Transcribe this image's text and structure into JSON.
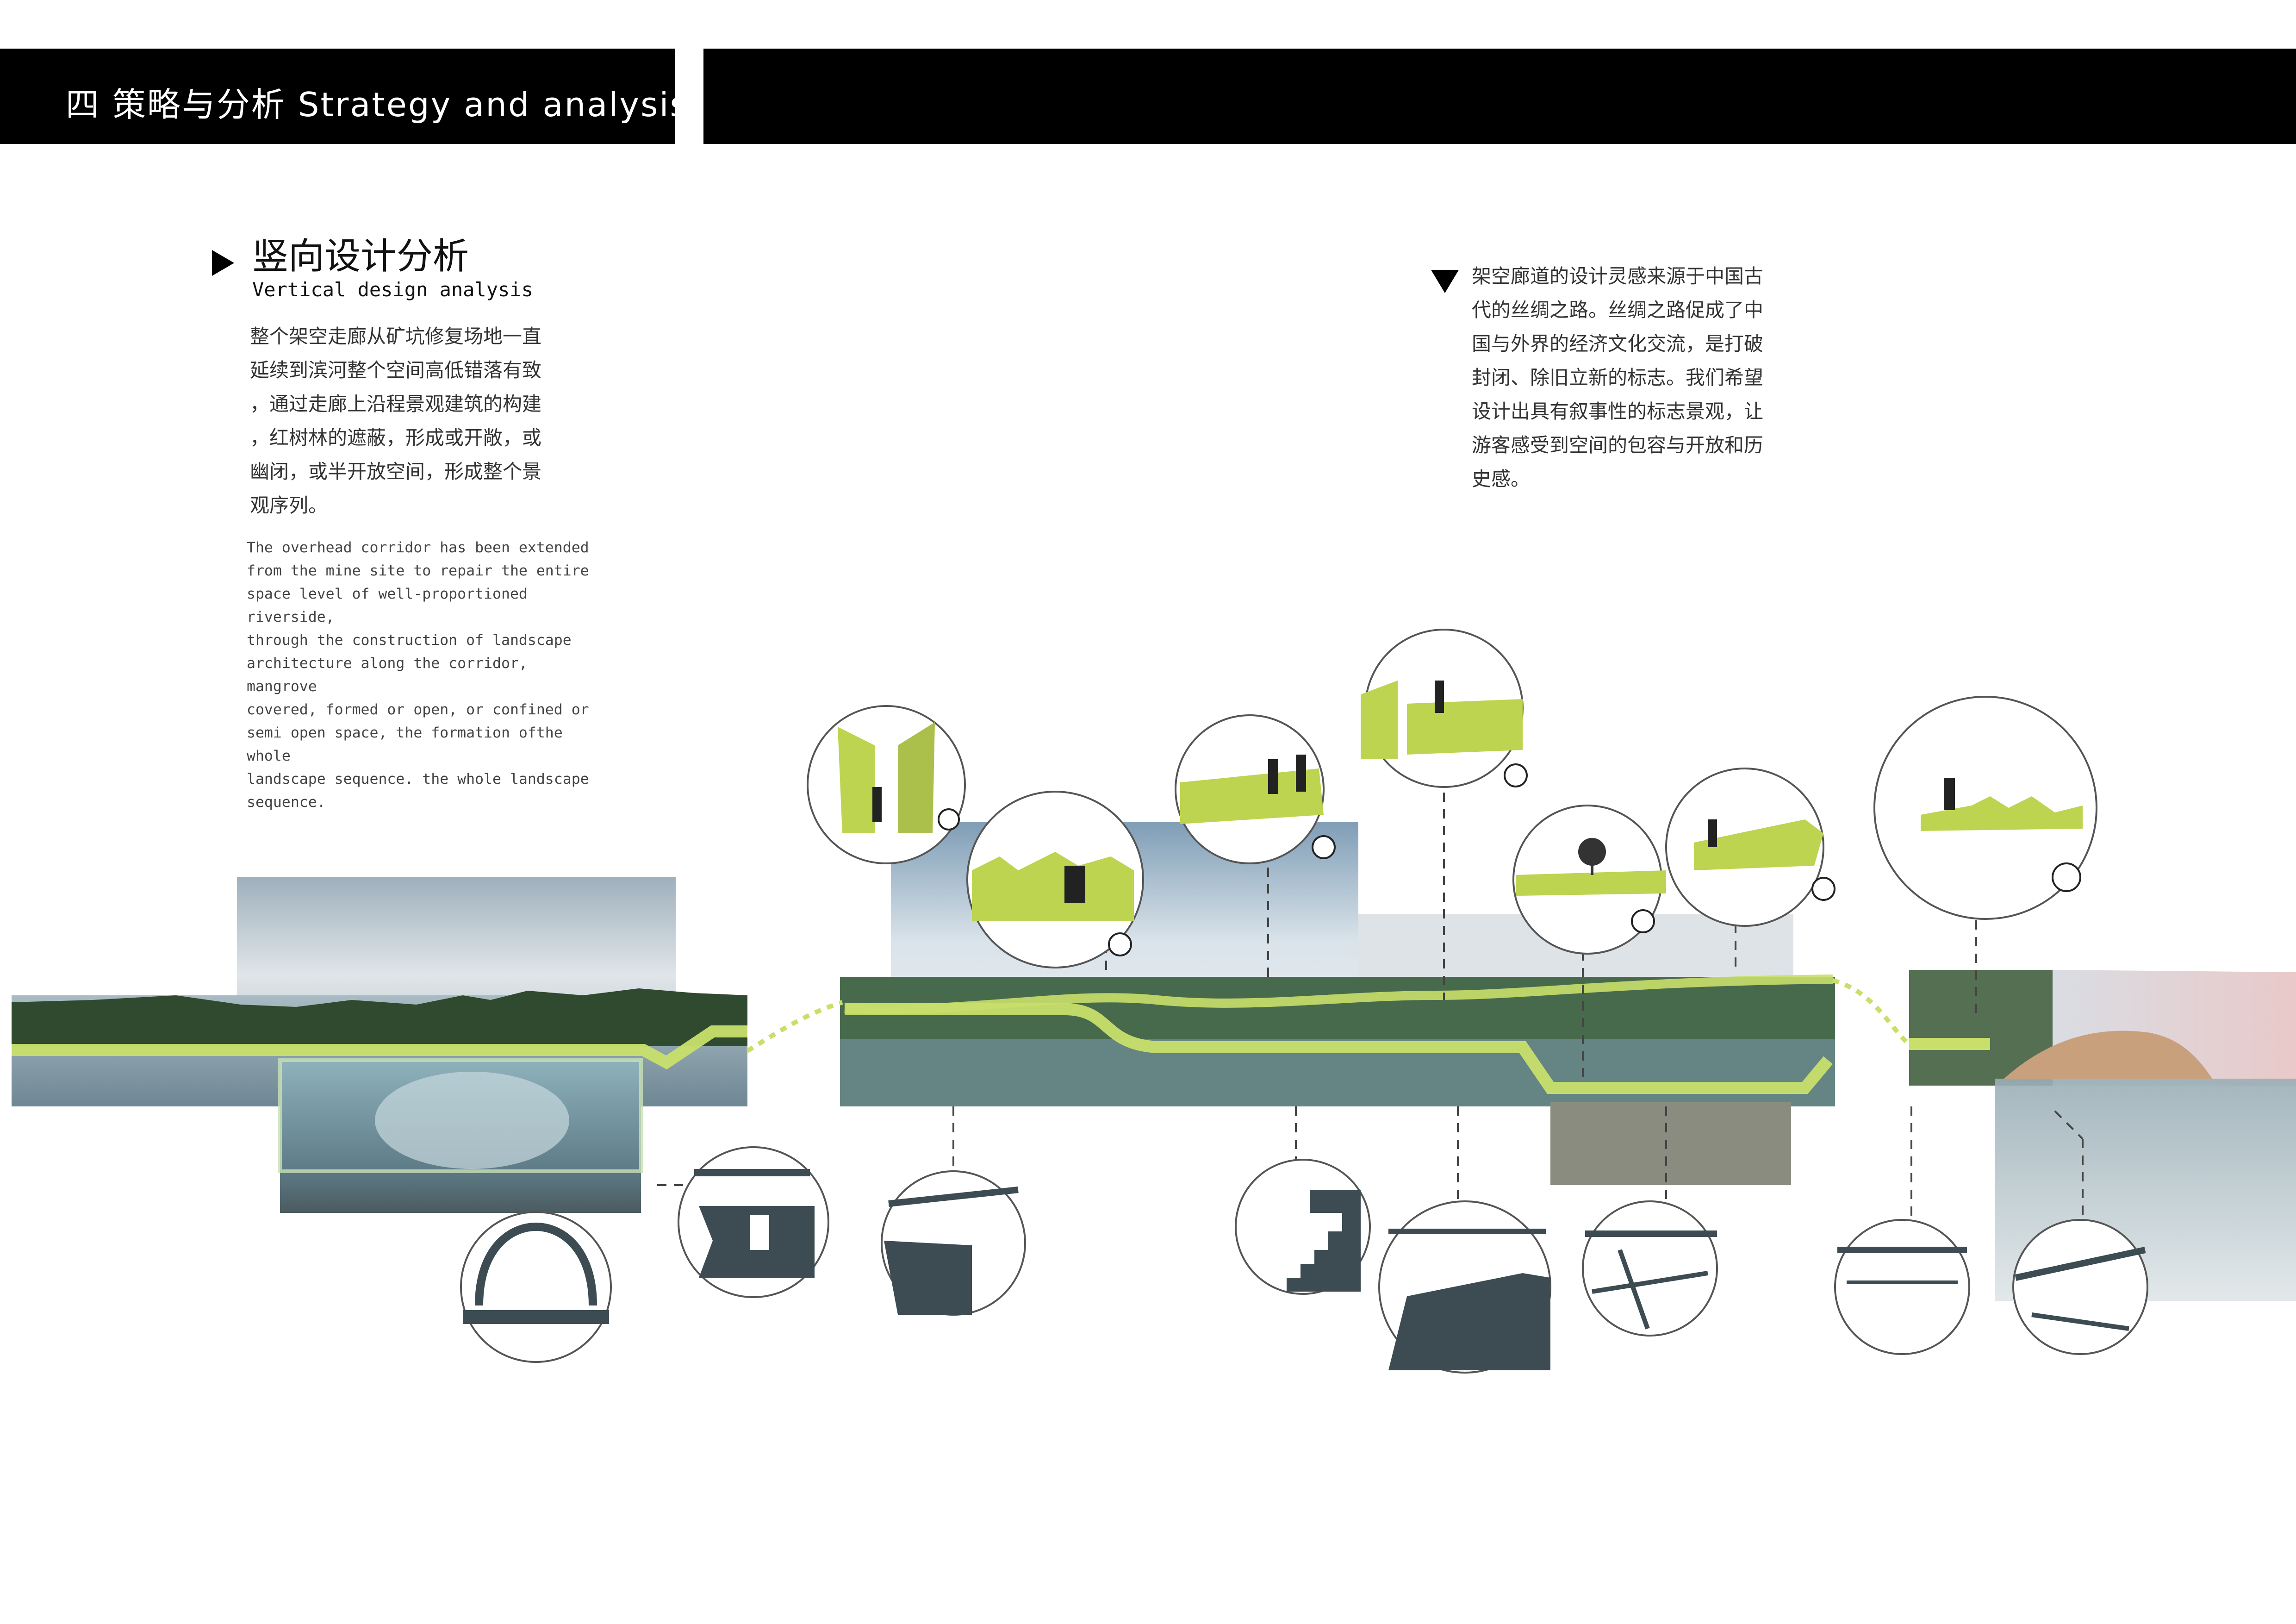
{
  "header": {
    "title": "四 策略与分析 Strategy and analysis"
  },
  "section": {
    "title_cn": "竖向设计分析",
    "title_en": "Vertical design analysis"
  },
  "left_text": {
    "cn_lines": [
      "整个架空走廊从矿坑修复场地一直",
      "延续到滨河整个空间高低错落有致",
      "，通过走廊上沿程景观建筑的构建",
      "，红树林的遮蔽，形成或开敞，或",
      "幽闭，或半开放空间，形成整个景",
      "观序列。"
    ],
    "en_lines": [
      "The overhead corridor has been extended",
      "from the mine site to repair the entire",
      "space level of well-proportioned riverside,",
      "through the construction of landscape",
      "architecture along the corridor, mangrove",
      "covered, formed or open, or confined or",
      "semi open space, the formation ofthe whole",
      "landscape sequence. the whole landscape",
      "sequence."
    ]
  },
  "right_text": {
    "cn_lines": [
      "架空廊道的设计灵感来源于中国古",
      "代的丝绸之路。丝绸之路促成了中",
      "国与外界的经济文化交流，是打破",
      "封闭、除旧立新的标志。我们希望",
      "设计出具有叙事性的标志景观，让",
      "游客感受到空间的包容与开放和历",
      "史感。"
    ]
  },
  "colors": {
    "header_bg": "#000000",
    "corridor_green": "#c8df6a",
    "model_green": "#bcd44f",
    "water_blue": "#9fb6c2",
    "forest_green": "#3f5e3a",
    "circle_stroke": "#555555"
  },
  "icons": {
    "bullet_right": "triangle-right-icon",
    "bullet_down": "triangle-down-icon",
    "bubble_icons": [
      "stair-icon",
      "wave-icon",
      "building-icon",
      "wave-icon",
      "cycle-icon",
      "slash-icon",
      "wave-icon"
    ]
  }
}
